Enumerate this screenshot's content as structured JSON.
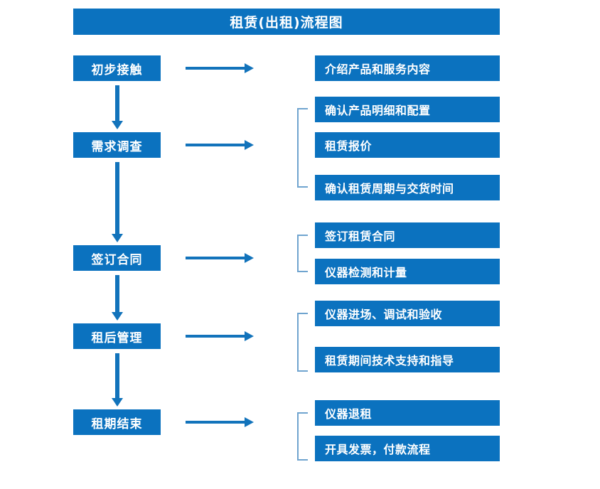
{
  "title": "租赁(出租)流程图",
  "colors": {
    "box_fill": "#0b72bf",
    "box_text": "#ffffff",
    "arrow": "#1273bb",
    "bracket": "#6fa4cf",
    "background": "#ffffff"
  },
  "stages": [
    {
      "label": "初步接触"
    },
    {
      "label": "需求调查"
    },
    {
      "label": "签订合同"
    },
    {
      "label": "租后管理"
    },
    {
      "label": "租期结束"
    }
  ],
  "details": [
    {
      "label": "介绍产品和服务内容"
    },
    {
      "label": "确认产品明细和配置"
    },
    {
      "label": "租赁报价"
    },
    {
      "label": "确认租赁周期与交货时间"
    },
    {
      "label": "签订租赁合同"
    },
    {
      "label": "仪器检测和计量"
    },
    {
      "label": "仪器进场、调试和验收"
    },
    {
      "label": "租赁期间技术支持和指导"
    },
    {
      "label": "仪器退租"
    },
    {
      "label": "开具发票，付款流程"
    }
  ],
  "groups": [
    {
      "name": "requirements-group",
      "detail_indices": [
        1,
        2,
        3
      ]
    },
    {
      "name": "contract-group",
      "detail_indices": [
        4,
        5
      ]
    },
    {
      "name": "post-rental-group",
      "detail_indices": [
        6,
        7
      ]
    },
    {
      "name": "lease-end-group",
      "detail_indices": [
        8,
        9
      ]
    }
  ],
  "connectors": {
    "horizontal_arrow_count": 5,
    "vertical_arrow_count": 4,
    "icon": "arrow-right-icon"
  }
}
